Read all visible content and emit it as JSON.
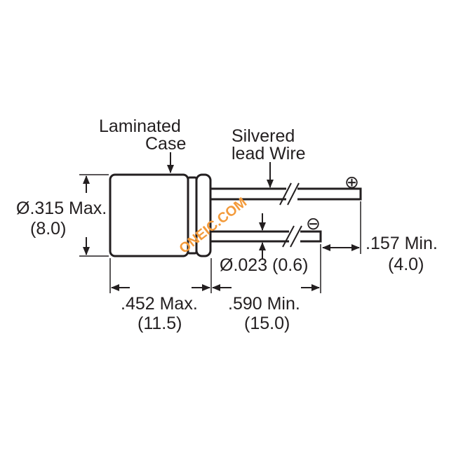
{
  "labels": {
    "case_line1": "Laminated",
    "case_line2": "Case",
    "wire_line1": "Silvered",
    "wire_line2": "lead Wire",
    "diameter": "Ø.315 Max.",
    "diameter_mm": "(8.0)",
    "body_length": ".452 Max.",
    "body_length_mm": "(11.5)",
    "lead_length": ".590 Min.",
    "lead_length_mm": "(15.0)",
    "lead_spacing": ".157 Min.",
    "lead_spacing_mm": "(4.0)",
    "lead_diameter": "Ø.023 (0.6)",
    "positive_symbol": "⊕",
    "negative_symbol": "⊖"
  },
  "watermark": "ONEIC.COM",
  "colors": {
    "ink": "#231f20",
    "watermark": "#f39a3a"
  }
}
